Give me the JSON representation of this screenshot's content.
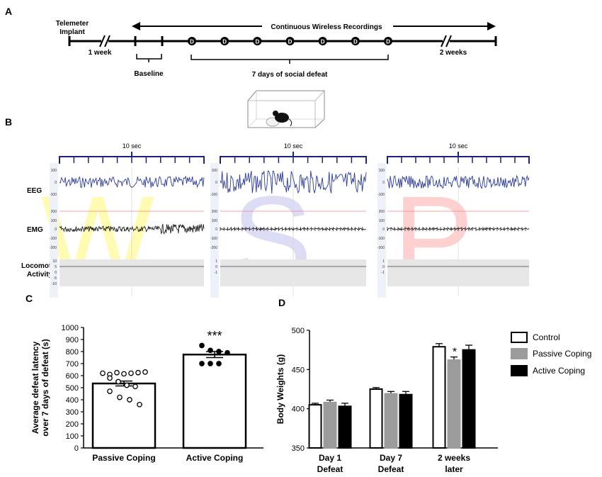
{
  "panels": {
    "a": "A",
    "b": "B",
    "c": "C",
    "d": "D"
  },
  "timeline": {
    "implant": [
      "Telemeter",
      "Implant"
    ],
    "continuous": "Continuous Wireless  Recordings",
    "one_week": "1 week",
    "baseline": "Baseline",
    "defeat_period": "7 days of social  defeat",
    "two_weeks": "2 weeks",
    "defeat_marker": "D",
    "defeat_days": 7
  },
  "recordings": {
    "rows": [
      "EEG",
      "EMG",
      "Locomotor",
      "Activity"
    ],
    "duration": "10 sec",
    "watermarks": [
      "W",
      "S",
      "P"
    ],
    "eeg_ticks": [
      "100",
      "0",
      "-100"
    ],
    "emg_ticks": [
      "200",
      "100",
      "0",
      "-100",
      "-200"
    ],
    "loco_ticks": [
      "10",
      "5",
      "0",
      "-5",
      "-10"
    ],
    "loco_ticks_short": [
      "1",
      "0",
      "-1"
    ]
  },
  "chart_data": [
    {
      "type": "bar",
      "categories": [
        "Passive Coping",
        "Active Coping"
      ],
      "values": [
        535,
        775
      ],
      "errors": [
        20,
        25
      ],
      "points": [
        [
          620,
          610,
          625,
          615,
          620,
          625,
          630,
          580,
          550,
          520,
          510,
          470,
          420,
          400,
          360
        ],
        [
          850,
          810,
          800,
          790,
          700,
          700,
          700
        ]
      ],
      "significance": [
        "",
        "***"
      ],
      "ylabel": "Average defeat latency over 7 days of defeat (s)",
      "ylim": [
        0,
        1000
      ],
      "yticks": [
        "0",
        "100",
        "200",
        "300",
        "400",
        "500",
        "600",
        "700",
        "800",
        "900",
        "1000"
      ]
    },
    {
      "type": "bar",
      "categories": [
        "Day 1 Defeat",
        "Day 7 Defeat",
        "2 weeks later"
      ],
      "series": [
        {
          "name": "Control",
          "values": [
            405,
            425,
            479
          ],
          "errors": [
            2,
            2,
            4
          ],
          "color": "#ffffff"
        },
        {
          "name": "Passive Coping",
          "values": [
            408,
            419,
            462
          ],
          "errors": [
            3,
            3,
            4
          ],
          "color": "#9b9b9b"
        },
        {
          "name": "Active Coping",
          "values": [
            403,
            418,
            475
          ],
          "errors": [
            4,
            4,
            6
          ],
          "color": "#000000"
        }
      ],
      "significance": {
        "group": 2,
        "series": 1,
        "mark": "*"
      },
      "ylabel": "Body Weights (g)",
      "ylim": [
        350,
        500
      ],
      "yticks": [
        "350",
        "400",
        "450",
        "500"
      ],
      "legend_placement": "right"
    }
  ]
}
